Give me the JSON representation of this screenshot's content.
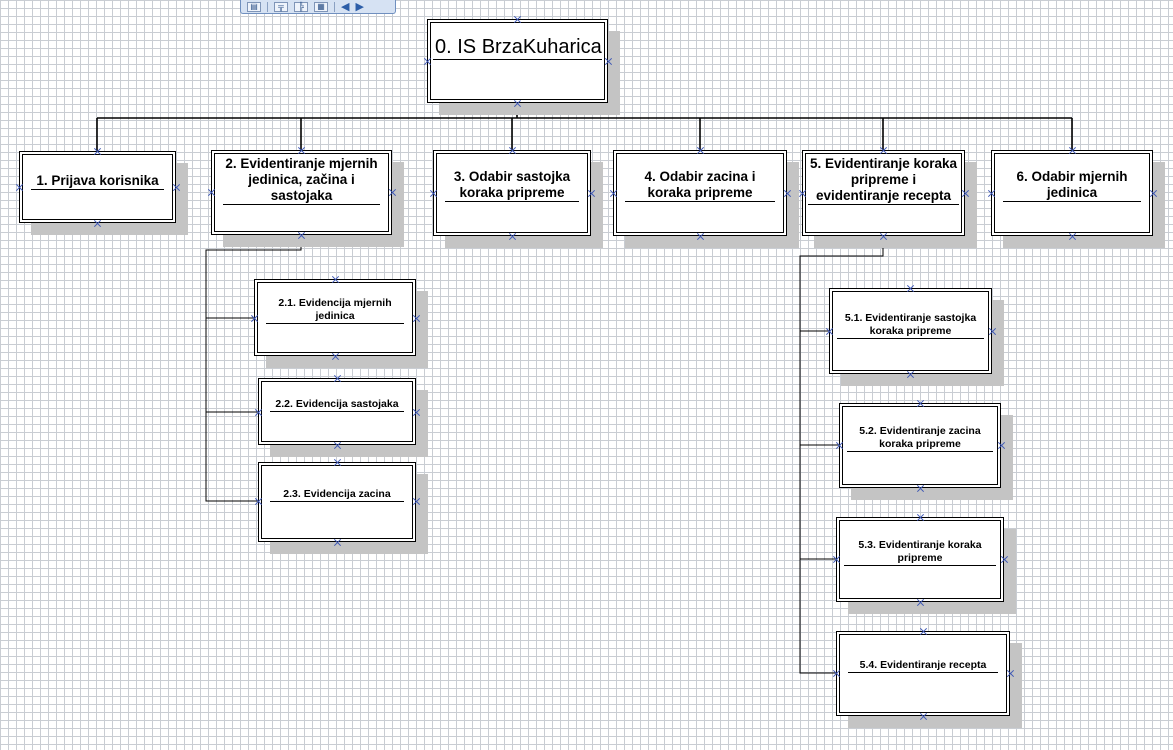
{
  "toolbar": {
    "buttons": [
      {
        "icon": "layout-icon"
      },
      {
        "icon": "org-chart-icon"
      },
      {
        "icon": "side-by-side-icon"
      },
      {
        "icon": "grid-layout-icon"
      },
      {
        "icon": "arrow-left-icon"
      },
      {
        "icon": "arrow-right-icon"
      }
    ]
  },
  "diagram": {
    "root": {
      "label": "0. IS BrzaKuharica"
    },
    "level1": [
      {
        "label": "1. Prijava korisnika"
      },
      {
        "label": "2.  Evidentiranje mjernih jedinica, začina i sastojaka"
      },
      {
        "label": "3. Odabir sastojka koraka pripreme"
      },
      {
        "label": "4.  Odabir zacina i koraka pripreme"
      },
      {
        "label": "5. Evidentiranje koraka pripreme i evidentiranje recepta"
      },
      {
        "label": "6. Odabir mjernih jedinica"
      }
    ],
    "children_2": [
      {
        "label": "2.1. Evidencija mjernih jedinica"
      },
      {
        "label": "2.2. Evidencija sastojaka"
      },
      {
        "label": "2.3. Evidencija zacina"
      }
    ],
    "children_5": [
      {
        "label": "5.1. Evidentiranje sastojka koraka pripreme"
      },
      {
        "label": "5.2. Evidentiranje zacina koraka pripreme"
      },
      {
        "label": "5.3. Evidentiranje koraka pripreme"
      },
      {
        "label": "5.4. Evidentiranje recepta"
      }
    ]
  }
}
